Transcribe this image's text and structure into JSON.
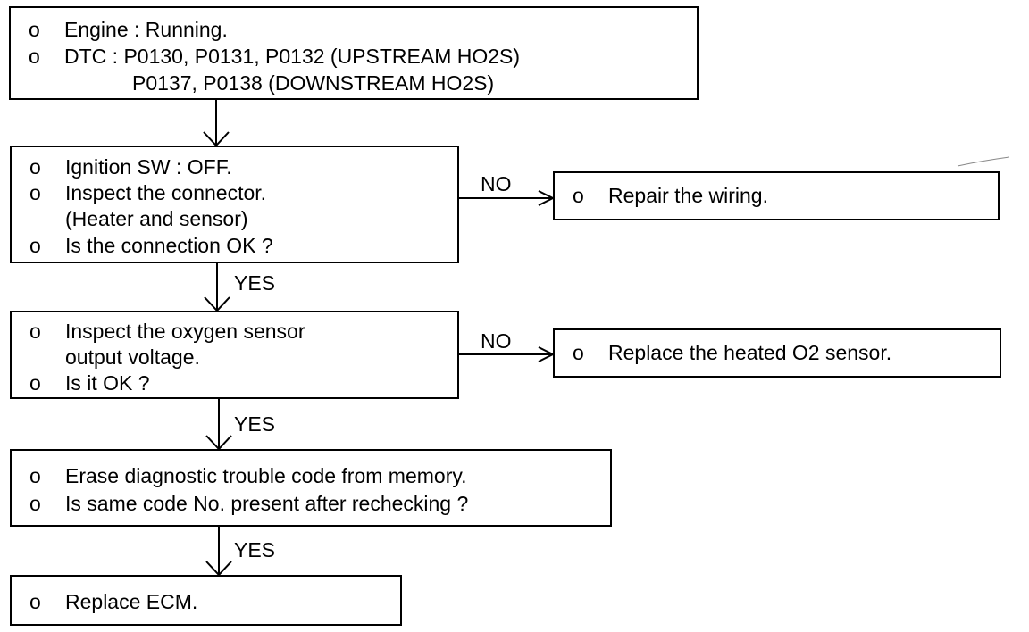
{
  "bullet": "o",
  "box1": {
    "lines": [
      {
        "bullet": "o",
        "text": "Engine : Running."
      },
      {
        "bullet": "o",
        "text": "DTC : P0130, P0131, P0132 (UPSTREAM HO2S)"
      },
      {
        "bullet": "",
        "text": "P0137, P0138 (DOWNSTREAM HO2S)"
      }
    ]
  },
  "box2": {
    "lines": [
      {
        "bullet": "o",
        "text": "Ignition SW : OFF."
      },
      {
        "bullet": "o",
        "text": "Inspect the connector."
      },
      {
        "bullet": "",
        "text": "(Heater and sensor)"
      },
      {
        "bullet": "o",
        "text": "Is the connection OK ?"
      }
    ]
  },
  "box2_no": {
    "bullet": "o",
    "text": "Repair the wiring."
  },
  "box3": {
    "lines": [
      {
        "bullet": "o",
        "text": "Inspect the oxygen sensor"
      },
      {
        "bullet": "",
        "text": "output voltage."
      },
      {
        "bullet": "o",
        "text": "Is it OK ?"
      }
    ]
  },
  "box3_no": {
    "bullet": "o",
    "text": "Replace the heated O2 sensor."
  },
  "box4": {
    "lines": [
      {
        "bullet": "o",
        "text": "Erase diagnostic trouble code from memory."
      },
      {
        "bullet": "o",
        "text": "Is same code No. present after rechecking ?"
      }
    ]
  },
  "box5": {
    "bullet": "o",
    "text": "Replace ECM."
  },
  "labels": {
    "no": "NO",
    "yes": "YES"
  }
}
